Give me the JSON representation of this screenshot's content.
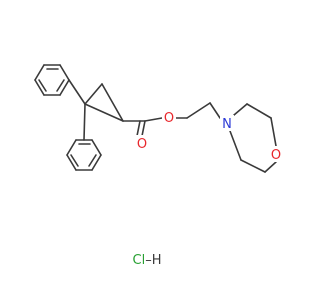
{
  "molecule": {
    "atom_labels": {
      "ester_o": "O",
      "carbonyl_o": "O",
      "morpholine_n": "N",
      "morpholine_o": "O",
      "salt": "Cl–H"
    },
    "colors": {
      "bond": "#3a3a3a",
      "oxygen": "#e8262b",
      "nitrogen": "#2b39d6",
      "chlorine": "#27a032",
      "hydrogen": "#3a3a3a"
    }
  }
}
